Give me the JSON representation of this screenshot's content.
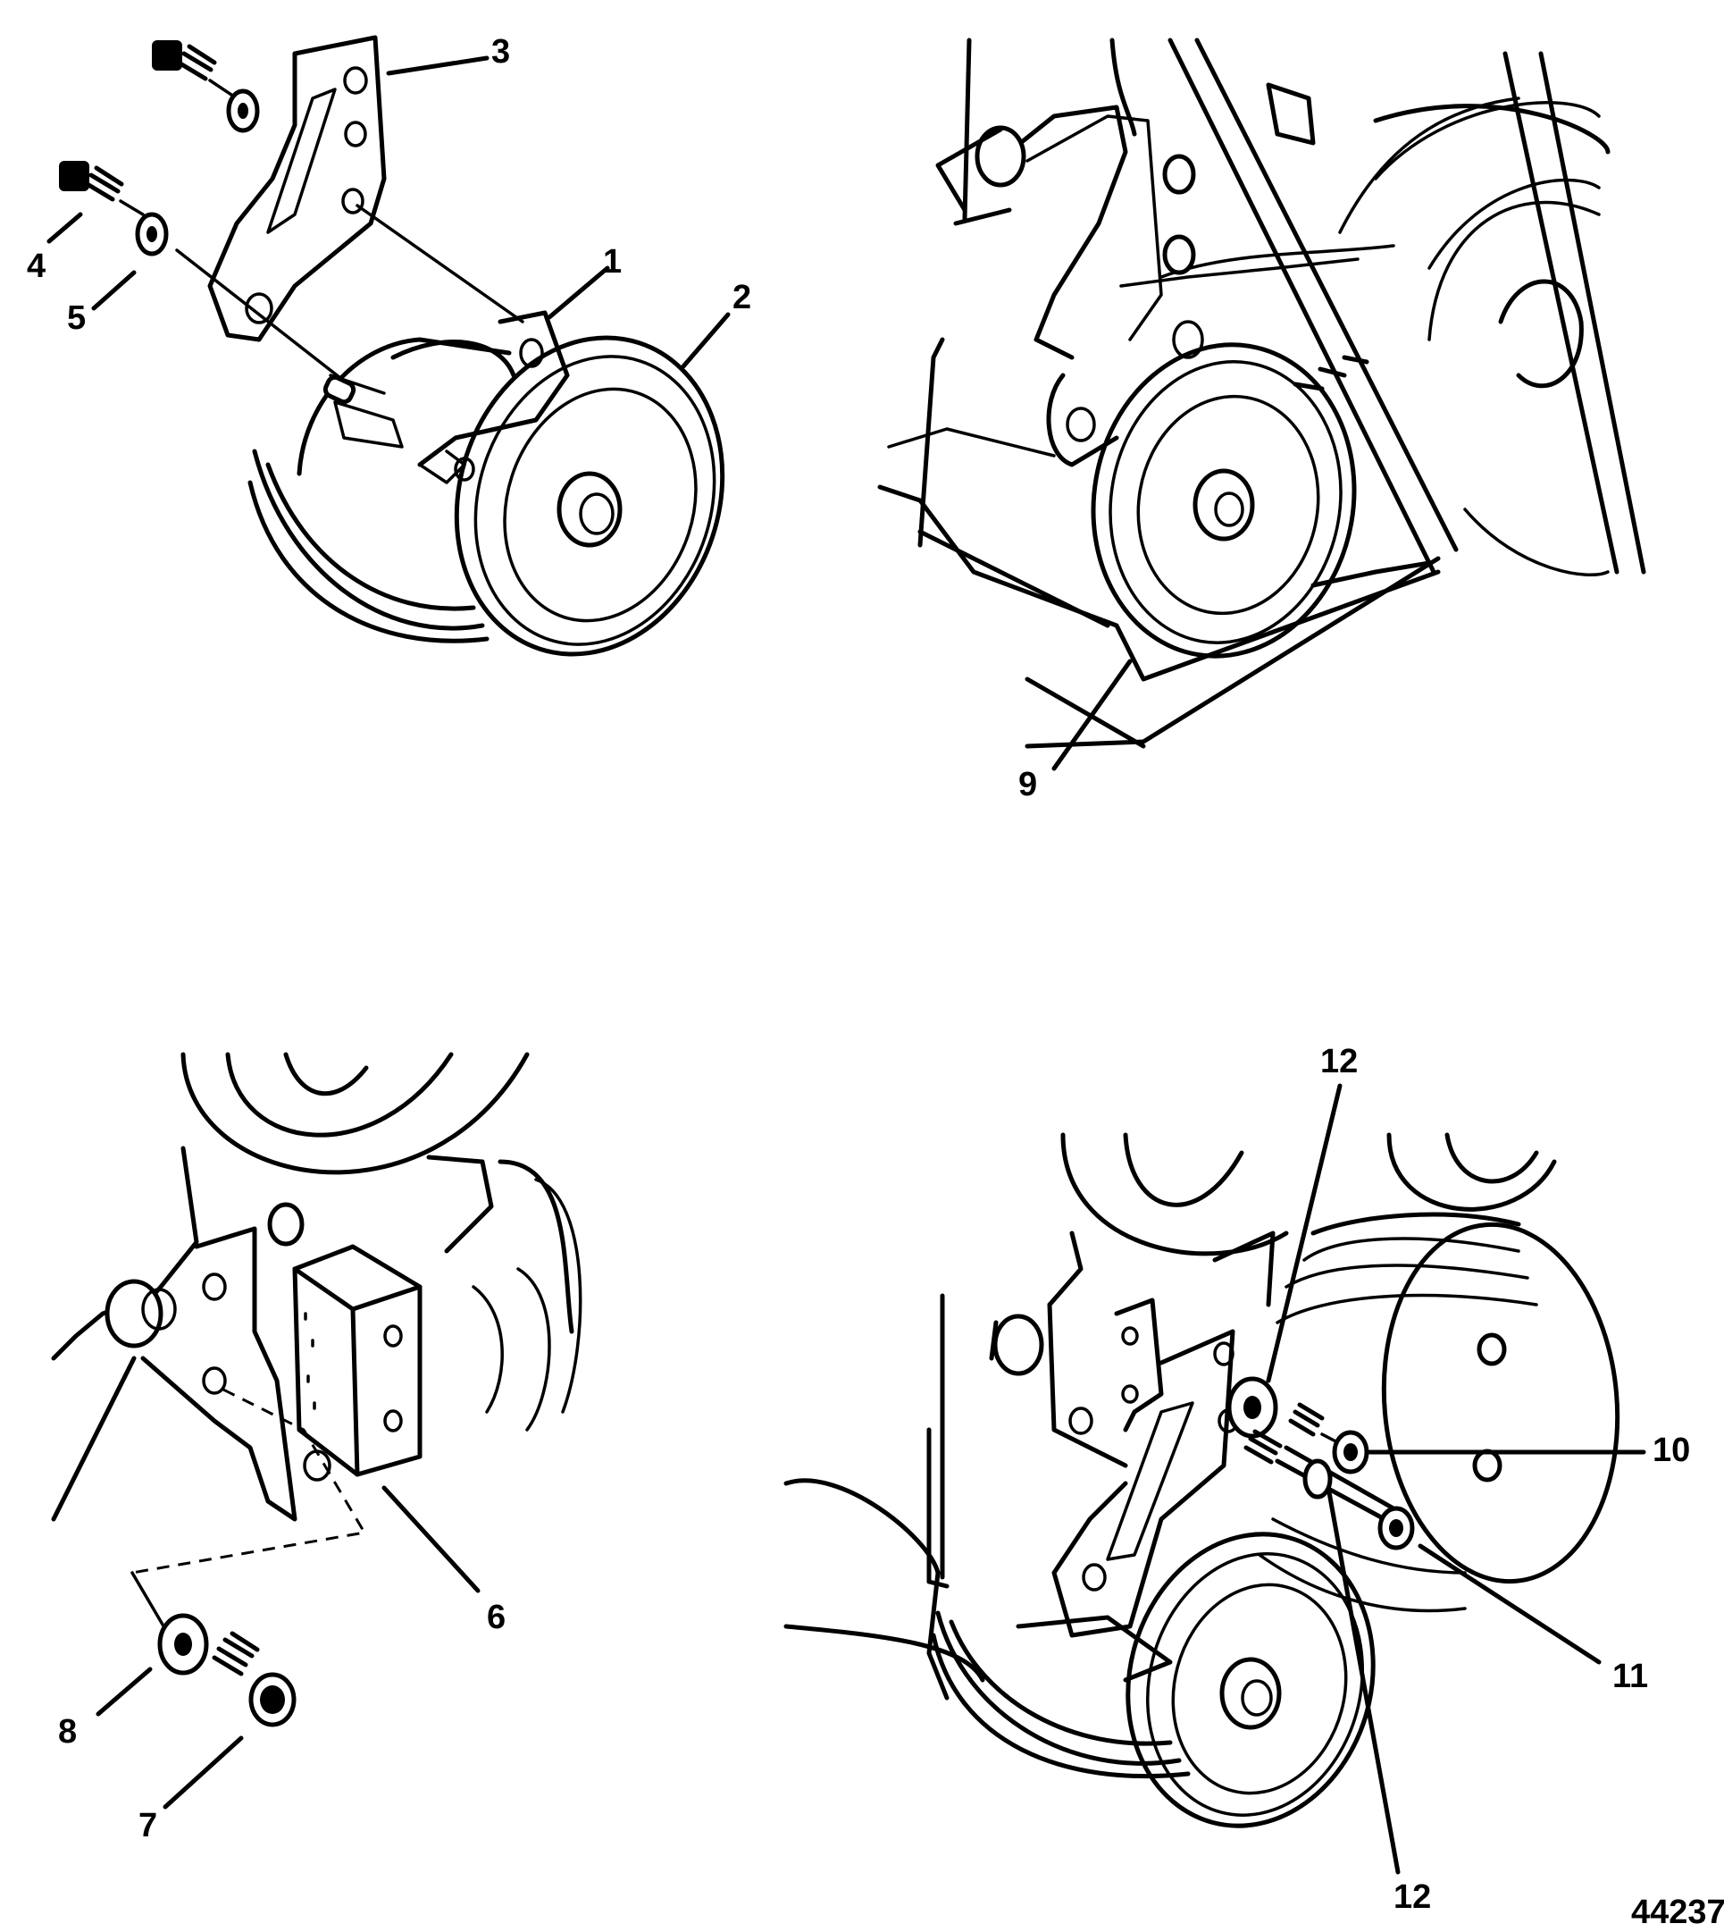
{
  "figure_id": "44237",
  "callouts": {
    "c1": "1",
    "c2": "2",
    "c3": "3",
    "c4": "4",
    "c5": "5",
    "c6": "6",
    "c7": "7",
    "c8": "8",
    "c9": "9",
    "c10": "10",
    "c11": "11",
    "c12a": "12",
    "c12b": "12"
  }
}
